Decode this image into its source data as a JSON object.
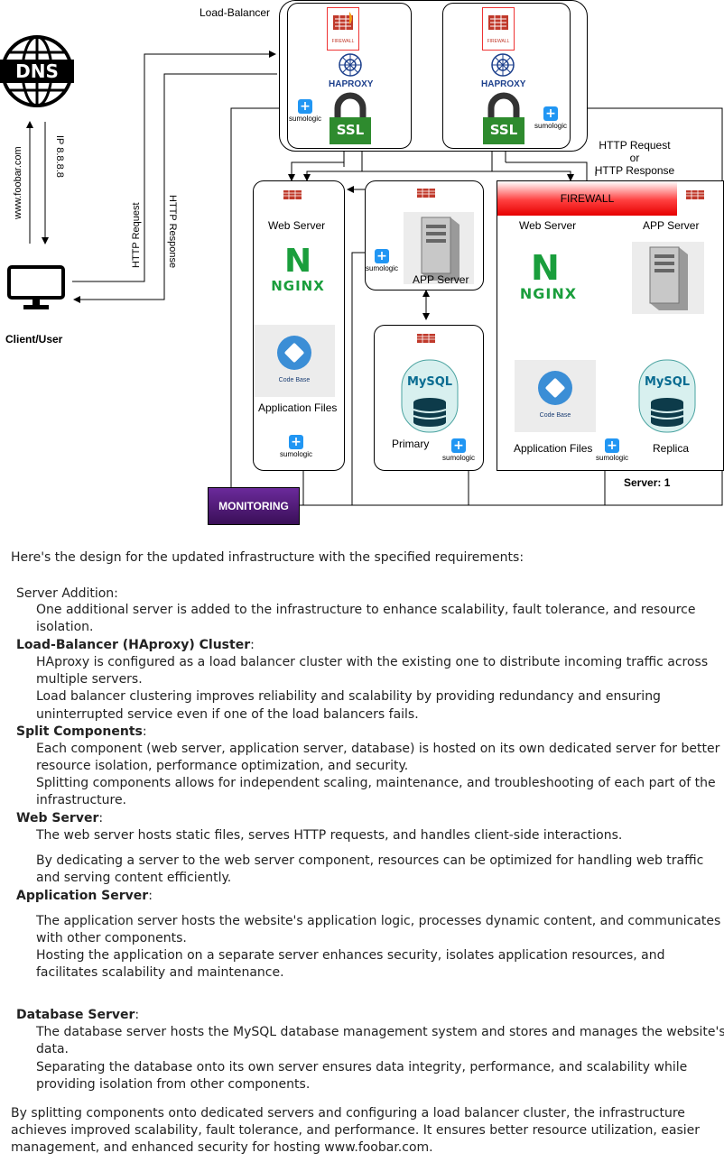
{
  "diagram": {
    "load_balancer_label": "Load-Balancer",
    "dns_label": "DNS",
    "dns_ip": "IP 8.8.8.8",
    "dns_domain": "www.foobar.com",
    "http_request": "HTTP Request",
    "http_response": "HTTP Response",
    "client_label": "Client/User",
    "firewall_badge": "FIREWALL",
    "haproxy": "HAPROXY",
    "ssl": "SSL",
    "sumologic": "sumologic",
    "http_req_or_resp": [
      "HTTP Request",
      "or",
      "HTTP Response"
    ],
    "web_server": "Web Server",
    "app_server": "APP Server",
    "app_server_mid": "APP Server",
    "nginx": "NGINX",
    "code_base": "Code Base",
    "application_files": "Application Files",
    "mysql": "MySQL",
    "primary": "Primary",
    "replica": "Replica",
    "firewall_bar": "FIREWALL",
    "server1": "Server: 1",
    "monitoring": "MONITORING"
  },
  "text": {
    "intro": "Here's the design for the updated infrastructure with the specified requirements:",
    "s1_title": "Server Addition:",
    "s1_l1": "One additional server is added to the infrastructure to enhance scalability, fault tolerance, and resource",
    "s1_l2": "isolation.",
    "s2_title": "Load-Balancer (HAproxy) Cluster",
    "s2_l1": "HAproxy is configured as a load balancer cluster with the existing one to distribute incoming traffic across",
    "s2_l2": "multiple servers.",
    "s2_l3": "Load balancer clustering improves reliability and scalability by providing redundancy and ensuring",
    "s2_l4": "uninterrupted service even if one of the load balancers fails.",
    "s3_title": "Split Components",
    "s3_l1": "Each component (web server, application server, database) is hosted on its own dedicated server for better",
    "s3_l2": "resource isolation, performance optimization, and security.",
    "s3_l3": "Splitting components allows for independent scaling, maintenance, and troubleshooting of each part of the",
    "s3_l4": "infrastructure.",
    "s4_title": "Web Server",
    "s4_l1": "The web server hosts static files, serves HTTP requests, and handles client-side interactions.",
    "s4_l2": "By dedicating a server to the web server component, resources can be optimized for handling web traffic",
    "s4_l3": "and serving content efficiently.",
    "s5_title": "Application Server",
    "s5_l1": "The application server hosts the website's application logic, processes dynamic content, and communicates",
    "s5_l2": "with other components.",
    "s5_l3": "Hosting the application on a separate server enhances security, isolates application resources, and",
    "s5_l4": "facilitates scalability and maintenance.",
    "s6_title": "Database Server",
    "s6_l1": "The database server hosts the MySQL database management system and stores and manages the website's",
    "s6_l2": "data.",
    "s6_l3": "Separating the database onto its own server ensures data integrity, performance, and scalability while",
    "s6_l4": "providing isolation from other components.",
    "outro_l1": "By splitting components onto dedicated servers and configuring a load balancer cluster, the infrastructure",
    "outro_l2": "achieves improved scalability, fault tolerance, and performance. It ensures better resource utilization, easier",
    "outro_l3": "management, and enhanced security for hosting www.foobar.com."
  }
}
